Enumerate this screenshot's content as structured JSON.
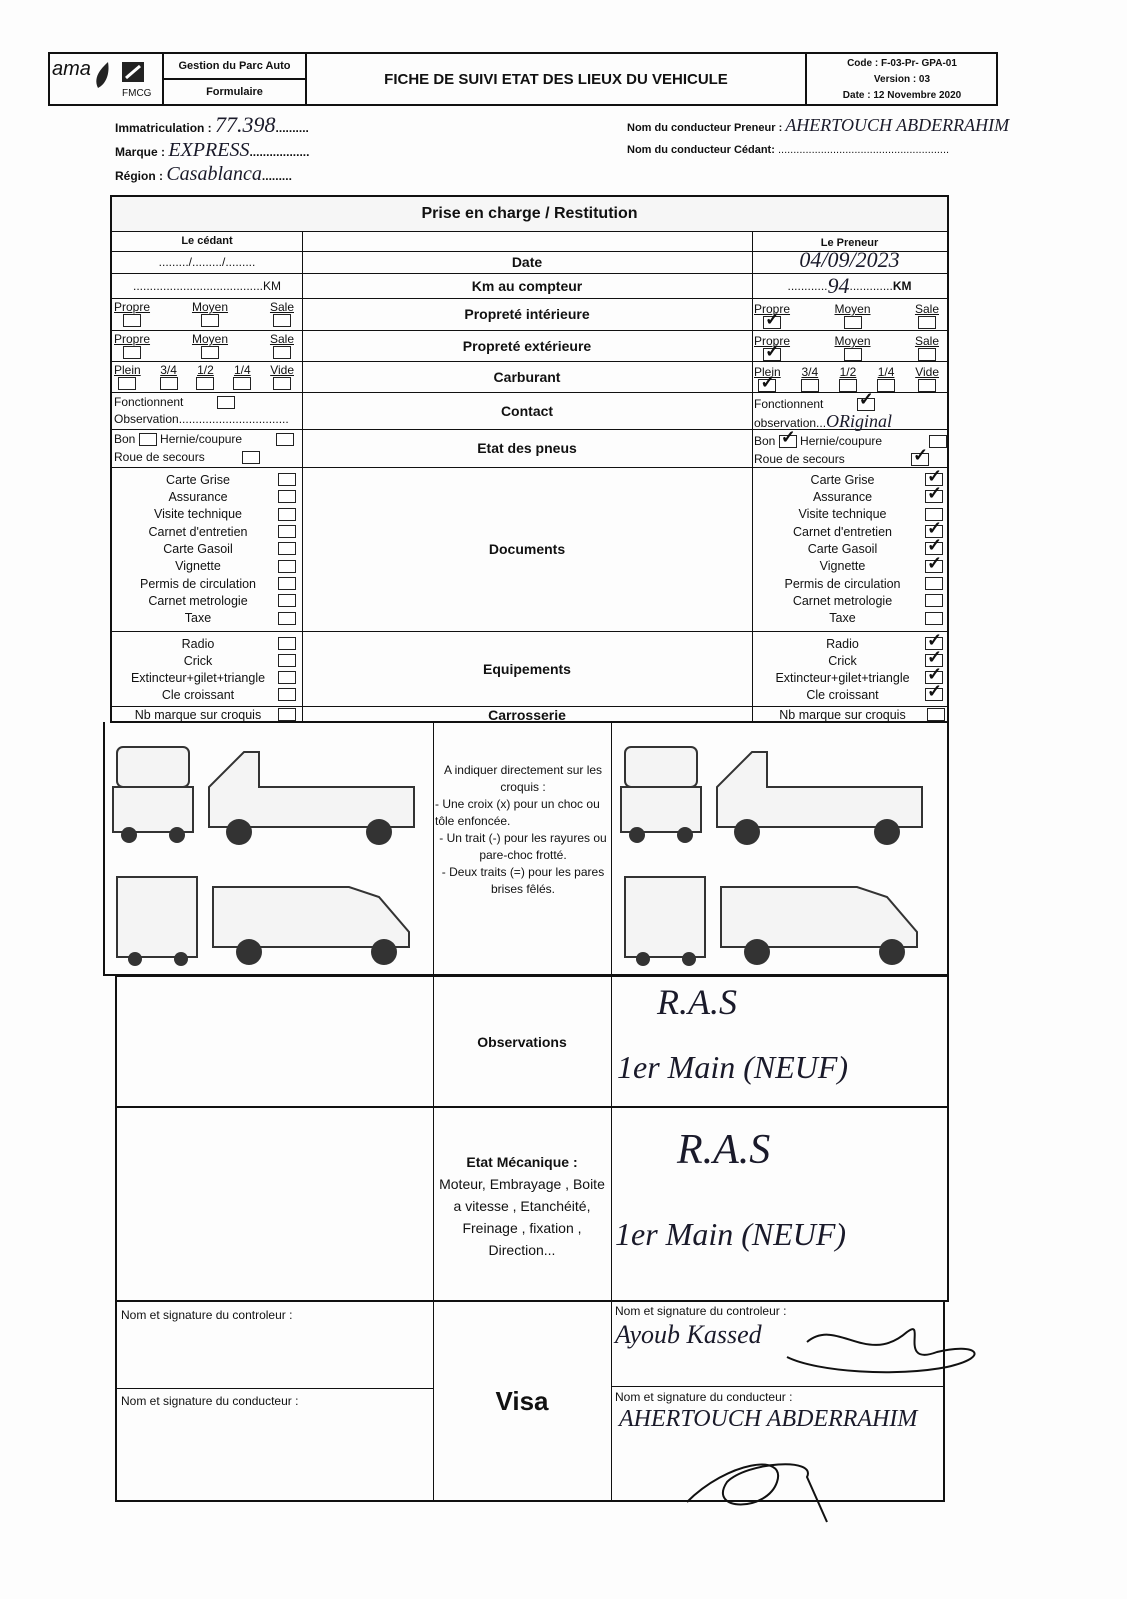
{
  "header": {
    "logo_text": "ama",
    "logo_sub": "FMCG",
    "dept": "Gestion du Parc Auto",
    "doc_type": "Formulaire",
    "title": "FICHE DE SUIVI ETAT DES LIEUX DU VEHICULE",
    "code": "Code : F-03-Pr- GPA-01",
    "version": "Version : 03",
    "date": "Date : 12 Novembre 2020"
  },
  "info": {
    "immat_label": "Immatriculation :",
    "immat_value": "77.398",
    "marque_label": "Marque :",
    "marque_value": "EXPRESS",
    "region_label": "Région :",
    "region_value": "Casablanca",
    "preneur_label": "Nom du conducteur Preneur :",
    "preneur_value": "AHERTOUCH ABDERRAHIM",
    "cedant_label": "Nom du conducteur Cédant:",
    "cedant_value": "........................................................"
  },
  "table": {
    "title": "Prise en charge / Restitution",
    "col_cedant": "Le cédant",
    "col_preneur": "Le Preneur",
    "rows": {
      "date": "Date",
      "km": "Km au compteur",
      "prop_int": "Propreté intérieure",
      "prop_ext": "Propreté extérieure",
      "carburant": "Carburant",
      "contact": "Contact",
      "pneus": "Etat des pneus",
      "documents": "Documents",
      "equipements": "Equipements",
      "carrosserie": "Carrosserie"
    },
    "cedant": {
      "date": "........./........./.........",
      "km": ".......................................KM",
      "fonctionnent": "Fonctionnent",
      "observation": "Observation.................................",
      "bon": "Bon",
      "hernie": "Hernie/coupure",
      "roue": "Roue de secours",
      "nb_marque": "Nb marque sur croquis"
    },
    "preneur": {
      "date": "04/09/2023",
      "km_value": "94",
      "km_unit": "KM",
      "fonctionnent": "Fonctionnent",
      "observation_label": "observation...",
      "observation_value": "ORiginal",
      "bon": "Bon",
      "hernie": "Hernie/coupure",
      "roue": "Roue de secours",
      "nb_marque": "Nb marque sur croquis"
    },
    "proprete_options": [
      "Propre",
      "Moyen",
      "Sale"
    ],
    "carburant_options": [
      "Plein",
      "3/4",
      "1/2",
      "1/4",
      "Vide"
    ],
    "preneur_checks": {
      "prop_int": "Propre",
      "prop_ext": "Propre",
      "carburant": "Plein",
      "fonctionnent": true,
      "bon": true,
      "hernie": false,
      "roue": true
    },
    "documents": [
      "Carte Grise",
      "Assurance",
      "Visite technique",
      "Carnet d'entretien",
      "Carte Gasoil",
      "Vignette",
      "Permis de circulation",
      "Carnet metrologie",
      "Taxe"
    ],
    "documents_preneur_checked": [
      true,
      true,
      false,
      true,
      true,
      true,
      false,
      false,
      false
    ],
    "equipements": [
      "Radio",
      "Crick",
      "Extincteur+gilet+triangle",
      "Cle croissant"
    ],
    "equipements_preneur_checked": [
      true,
      true,
      true,
      true
    ]
  },
  "croquis": {
    "instructions": [
      "A indiquer directement sur les croquis :",
      "- Une croix (x) pour un choc ou tôle enfoncée.",
      "- Un trait (-) pour les rayures ou pare-choc frotté.",
      "- Deux traits (=) pour les pares brises fêlés."
    ]
  },
  "observations": {
    "label": "Observations",
    "line1": "R.A.S",
    "line2": "1er Main (NEUF)"
  },
  "mecanique": {
    "label": "Etat Mécanique :",
    "details": "Moteur, Embrayage , Boite a vitesse , Etanchéité, Freinage , fixation , Direction...",
    "line1": "R.A.S",
    "line2": "1er Main (NEUF)"
  },
  "visa": {
    "label": "Visa",
    "controleur_label": "Nom et signature du controleur :",
    "conducteur_label": "Nom et signature du conducteur :",
    "controleur_value": "Ayoub Kassed",
    "conducteur_value": "AHERTOUCH ABDERRAHIM"
  }
}
